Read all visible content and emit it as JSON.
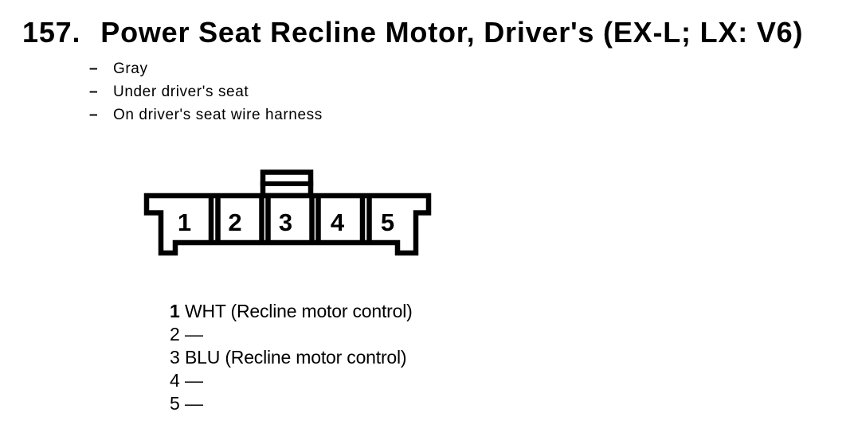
{
  "page": {
    "background": "#ffffff",
    "ink": "#000000"
  },
  "header": {
    "item_number": "157.",
    "title": "Power Seat Recline Motor, Driver's (EX-L; LX: V6)"
  },
  "details": [
    {
      "bullet": "–",
      "text": "Gray"
    },
    {
      "bullet": "–",
      "text": "Under driver's seat"
    },
    {
      "bullet": "–",
      "text": "On driver's seat wire harness"
    }
  ],
  "connector": {
    "description": "5-cavity connector, front view, latch tab on top",
    "cavities": [
      "1",
      "2",
      "3",
      "4",
      "5"
    ]
  },
  "pinout": [
    {
      "pin": "1",
      "wire": "WHT (Recline motor control)"
    },
    {
      "pin": "2",
      "wire": "—"
    },
    {
      "pin": "3",
      "wire": "BLU (Recline motor control)"
    },
    {
      "pin": "4",
      "wire": "—"
    },
    {
      "pin": "5",
      "wire": "—"
    }
  ]
}
